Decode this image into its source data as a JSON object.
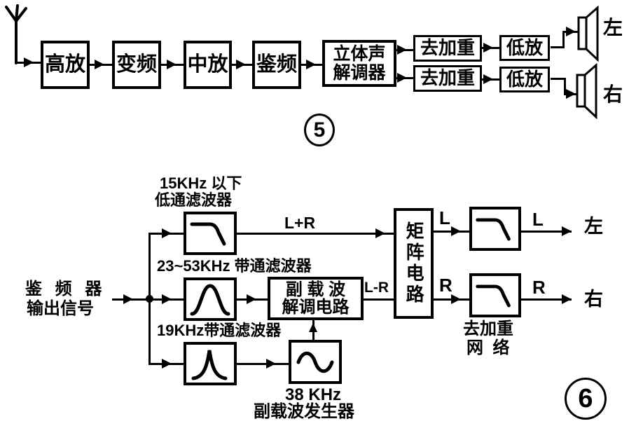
{
  "fig5": {
    "number": "5",
    "rf_amp": "高放",
    "mixer": "变频",
    "if_amp": "中放",
    "discriminator": "鉴频",
    "stereo_demod_line1": "立体声",
    "stereo_demod_line2": "解调器",
    "deemphasis_top": "去加重",
    "deemphasis_bottom": "去加重",
    "audio_amp_top": "低放",
    "audio_amp_bottom": "低放",
    "left_output": "左",
    "right_output": "右"
  },
  "fig6": {
    "number": "6",
    "input_line1": "鉴 频 器",
    "input_line2": "输出信号",
    "lowpass_label_line1": "15KHz 以下",
    "lowpass_label_line2": "低通滤波器",
    "bandpass_label": "23~53KHz 带通滤波器",
    "pilot_filter_label": "19KHz带通滤波器",
    "subcarrier_demod_line1": "副 载 波",
    "subcarrier_demod_line2": "解调电路",
    "matrix_label": "矩阵电路",
    "generator_line1": "38 KHz",
    "generator_line2": "副载波发生器",
    "deemphasis_net_line1": "去加重",
    "deemphasis_net_line2": "网  络",
    "sig_l_plus_r": "L+R",
    "sig_l_minus_r": "L-R",
    "sig_l_matrix": "L",
    "sig_l_final": "L",
    "sig_r_matrix": "R",
    "sig_r_final": "R",
    "left_output": "左",
    "right_output": "右"
  }
}
